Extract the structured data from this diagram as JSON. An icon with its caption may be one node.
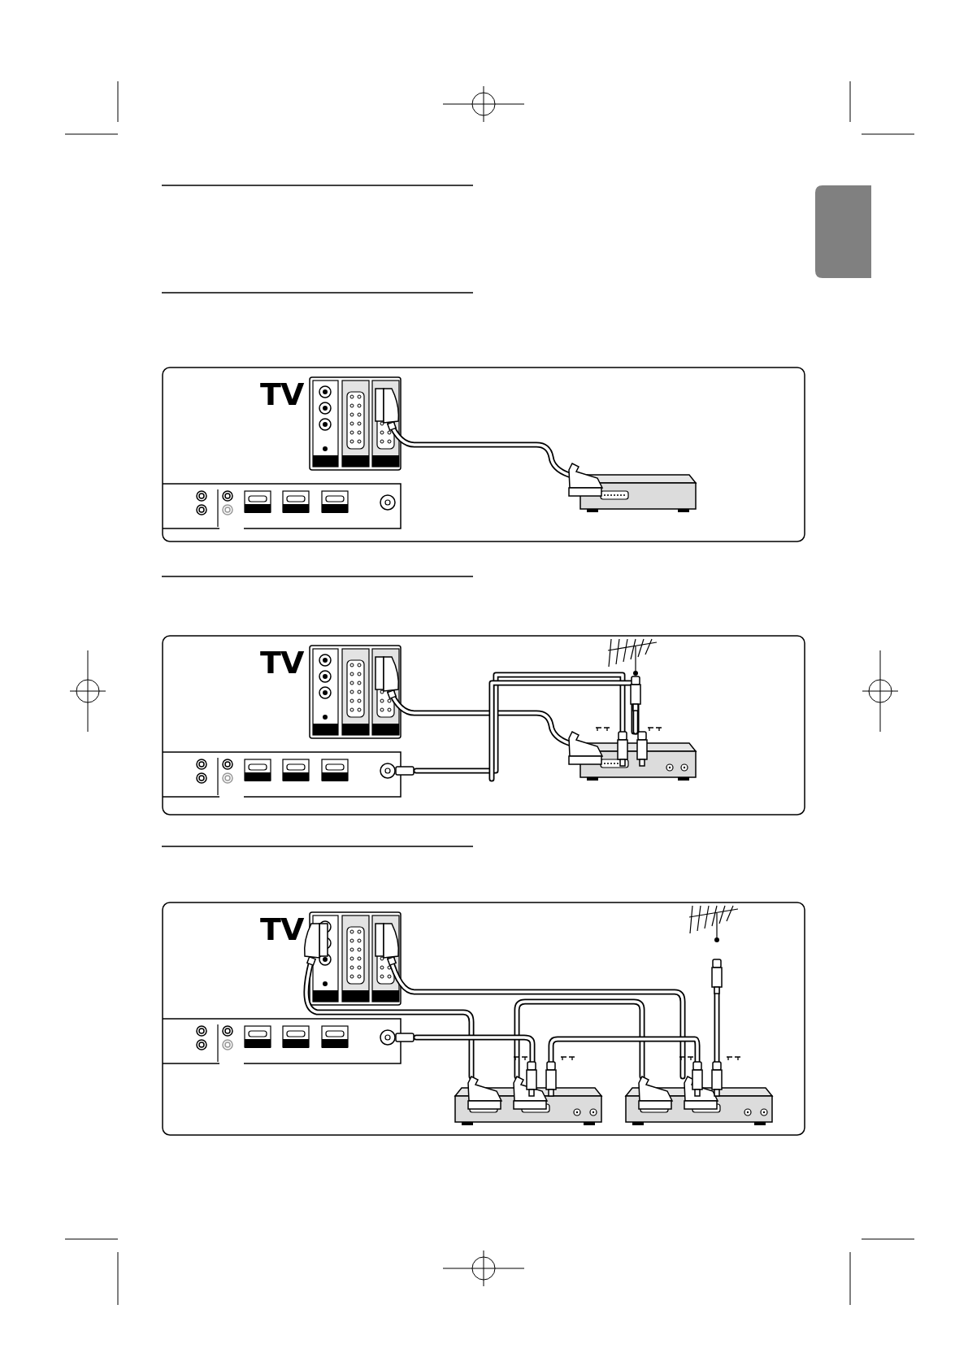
{
  "diagram": {
    "nodes": [
      {
        "text": [],
        "shape": "box"
      }
    ],
    "labels": [
      "TV",
      "TV",
      "TV"
    ]
  }
}
